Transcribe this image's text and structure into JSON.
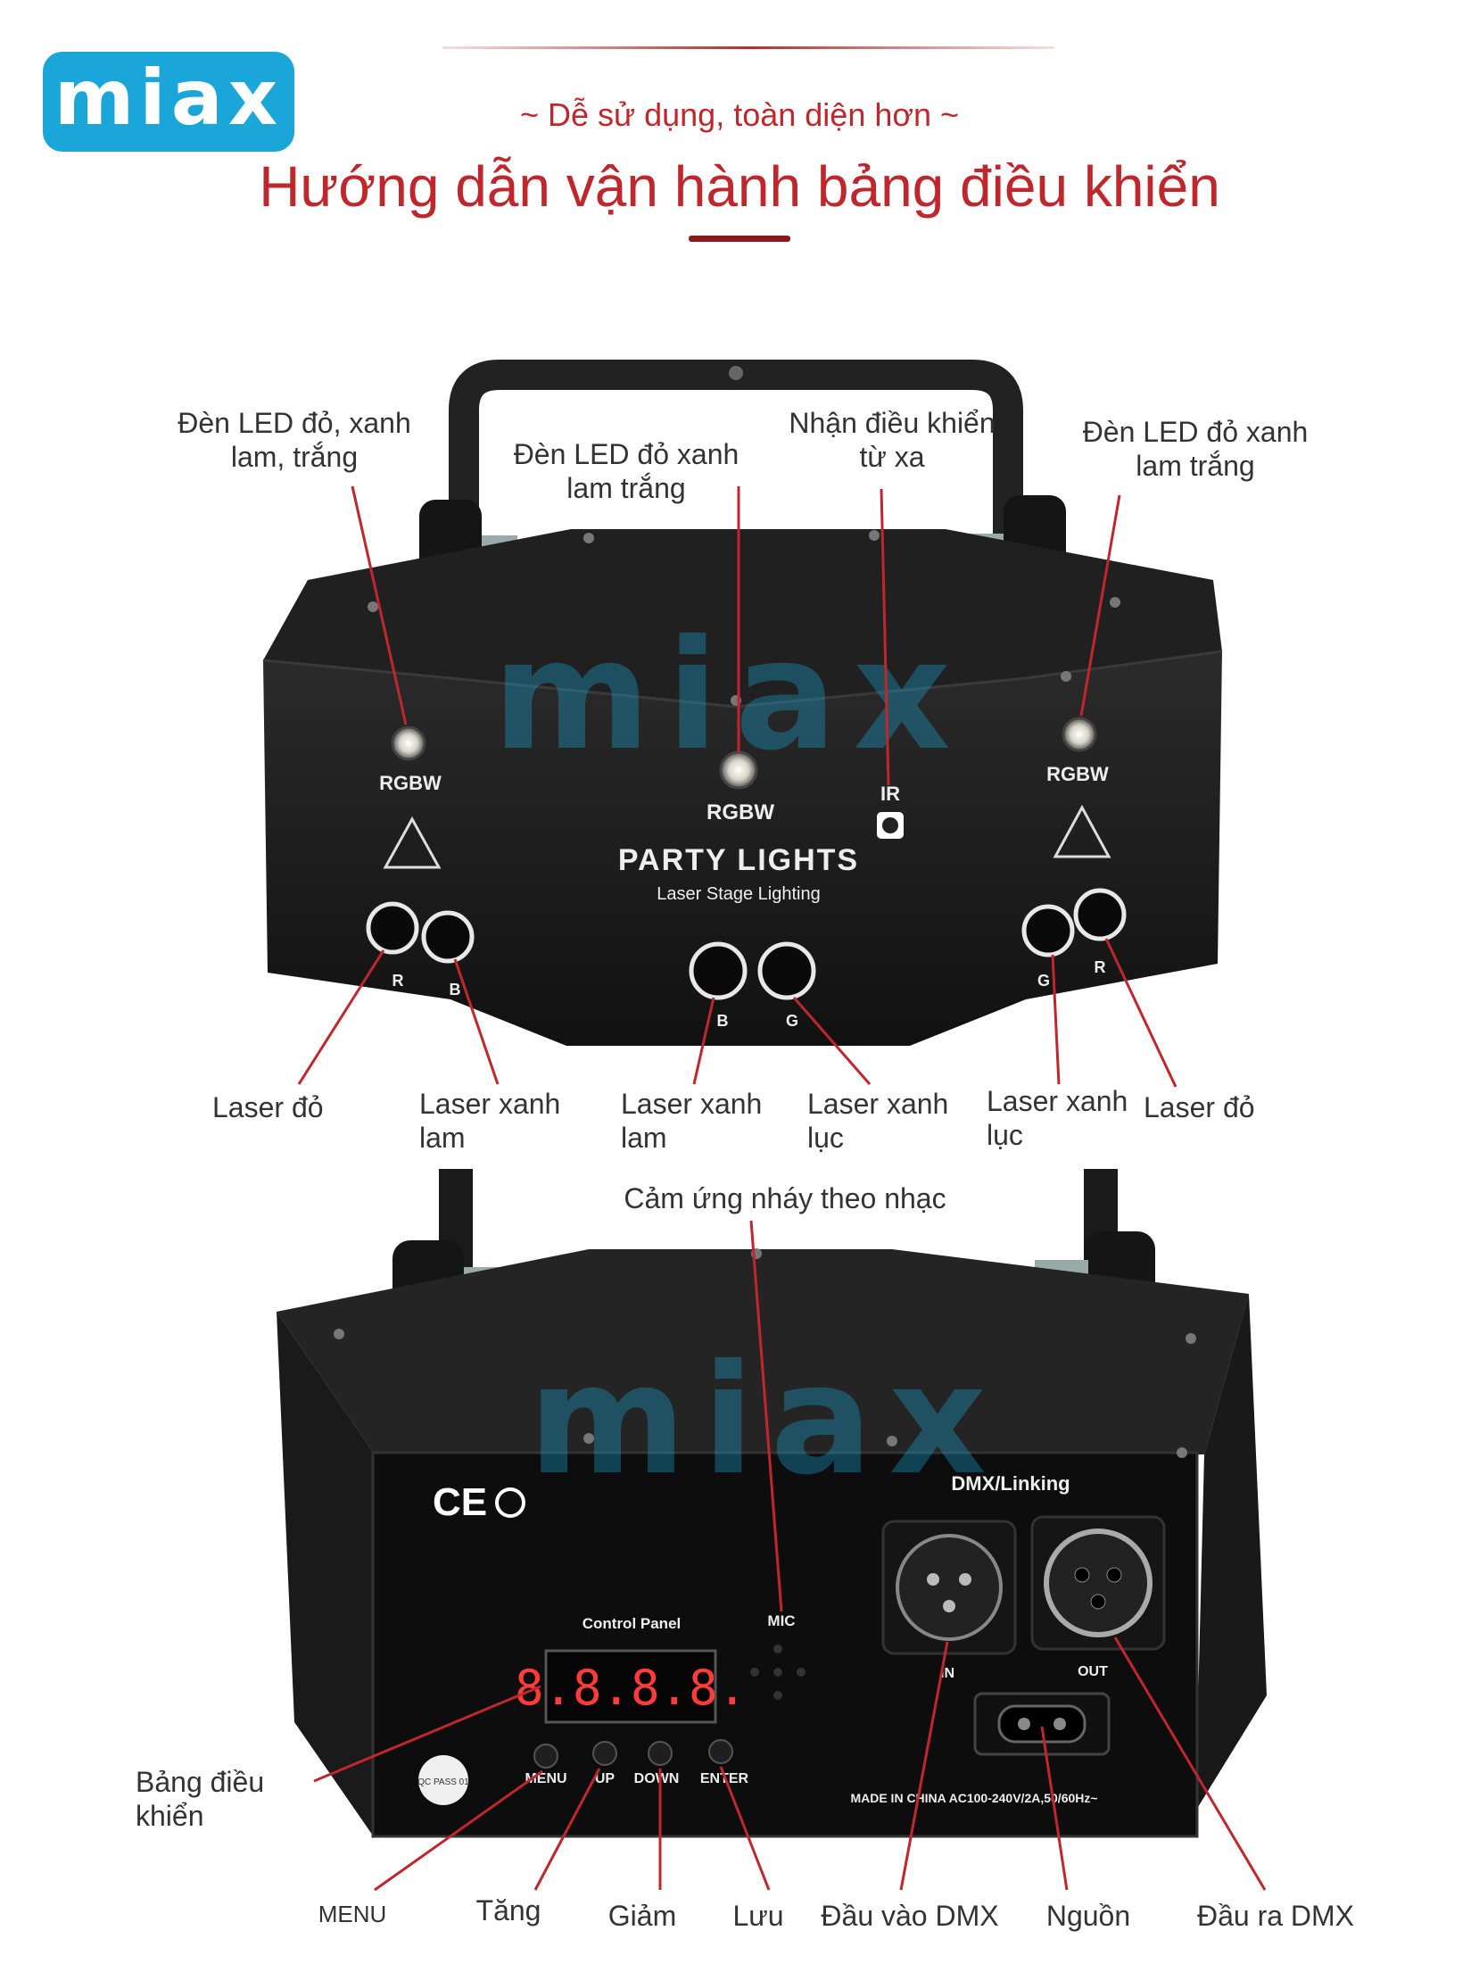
{
  "brand": {
    "logo_text": "miax",
    "watermark": "miax"
  },
  "header": {
    "subtitle": "~ Dễ sử dụng, toàn diện hơn ~",
    "title": "Hướng dẫn vận hành bảng điều khiển"
  },
  "front_view": {
    "device_text": {
      "rgbw_left": "RGBW",
      "rgbw_center": "RGBW",
      "rgbw_right": "RGBW",
      "ir": "IR",
      "brand_line": "PARTY LIGHTS",
      "tagline": "Laser Stage Lighting",
      "laser_r_left": "R",
      "laser_b_left": "B",
      "laser_b_center": "B",
      "laser_g_center": "G",
      "laser_g_right": "G",
      "laser_r_right": "R"
    },
    "labels": {
      "led_left": "Đèn LED đỏ, xanh lam, trắng",
      "led_center": "Đèn LED đỏ xanh lam trắng",
      "ir_receiver": "Nhận điều khiển từ xa",
      "led_right": "Đèn LED đỏ xanh lam trắng",
      "laser_red_left": "Laser đỏ",
      "laser_blue_left": "Laser xanh lam",
      "laser_blue_center": "Laser xanh lam",
      "laser_green_center": "Laser xanh lục",
      "laser_green_right": "Laser xanh lục",
      "laser_red_right": "Laser đỏ"
    }
  },
  "back_view": {
    "device_text": {
      "ce_mark": "CE",
      "dmx_linking": "DMX/Linking",
      "control_panel": "Control Panel",
      "mic": "MIC",
      "display": "8.8.8.8.",
      "btn_menu": "MENU",
      "btn_up": "UP",
      "btn_down": "DOWN",
      "btn_enter": "ENTER",
      "dmx_in": "IN",
      "dmx_out": "OUT",
      "power_spec": "MADE IN CHINA  AC100-240V/2A,50/60Hz~",
      "qc_sticker": "QC PASS 01"
    },
    "labels": {
      "music_sensor": "Cảm ứng nháy theo nhạc",
      "control_panel": "Bảng điều khiển",
      "menu": "MENU",
      "up": "Tăng",
      "down": "Giảm",
      "save": "Lưu",
      "dmx_in": "Đầu vào DMX",
      "power": "Nguồn",
      "dmx_out": "Đầu ra DMX"
    }
  },
  "colors": {
    "accent": "#c0272d",
    "logo_bg": "#1aa6d9",
    "device_body": "#1b1b1b",
    "pointer_line": "#c0272d"
  }
}
